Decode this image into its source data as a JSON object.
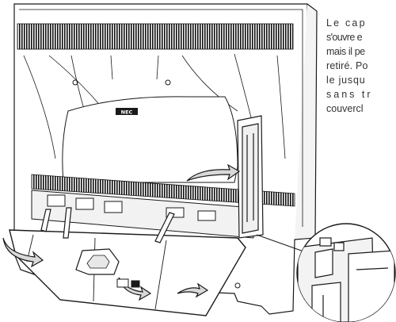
{
  "caption": {
    "lines": [
      "Le cap",
      "s'ouvre e",
      "mais il pe",
      "retiré. Po",
      "le jusqu",
      "sans tr",
      "couvercl"
    ]
  },
  "figure": {
    "logo_text": "NEC"
  },
  "colors": {
    "line": "#1a1a1a",
    "panel": "#ffffff",
    "shade": "#d9d9d9"
  }
}
